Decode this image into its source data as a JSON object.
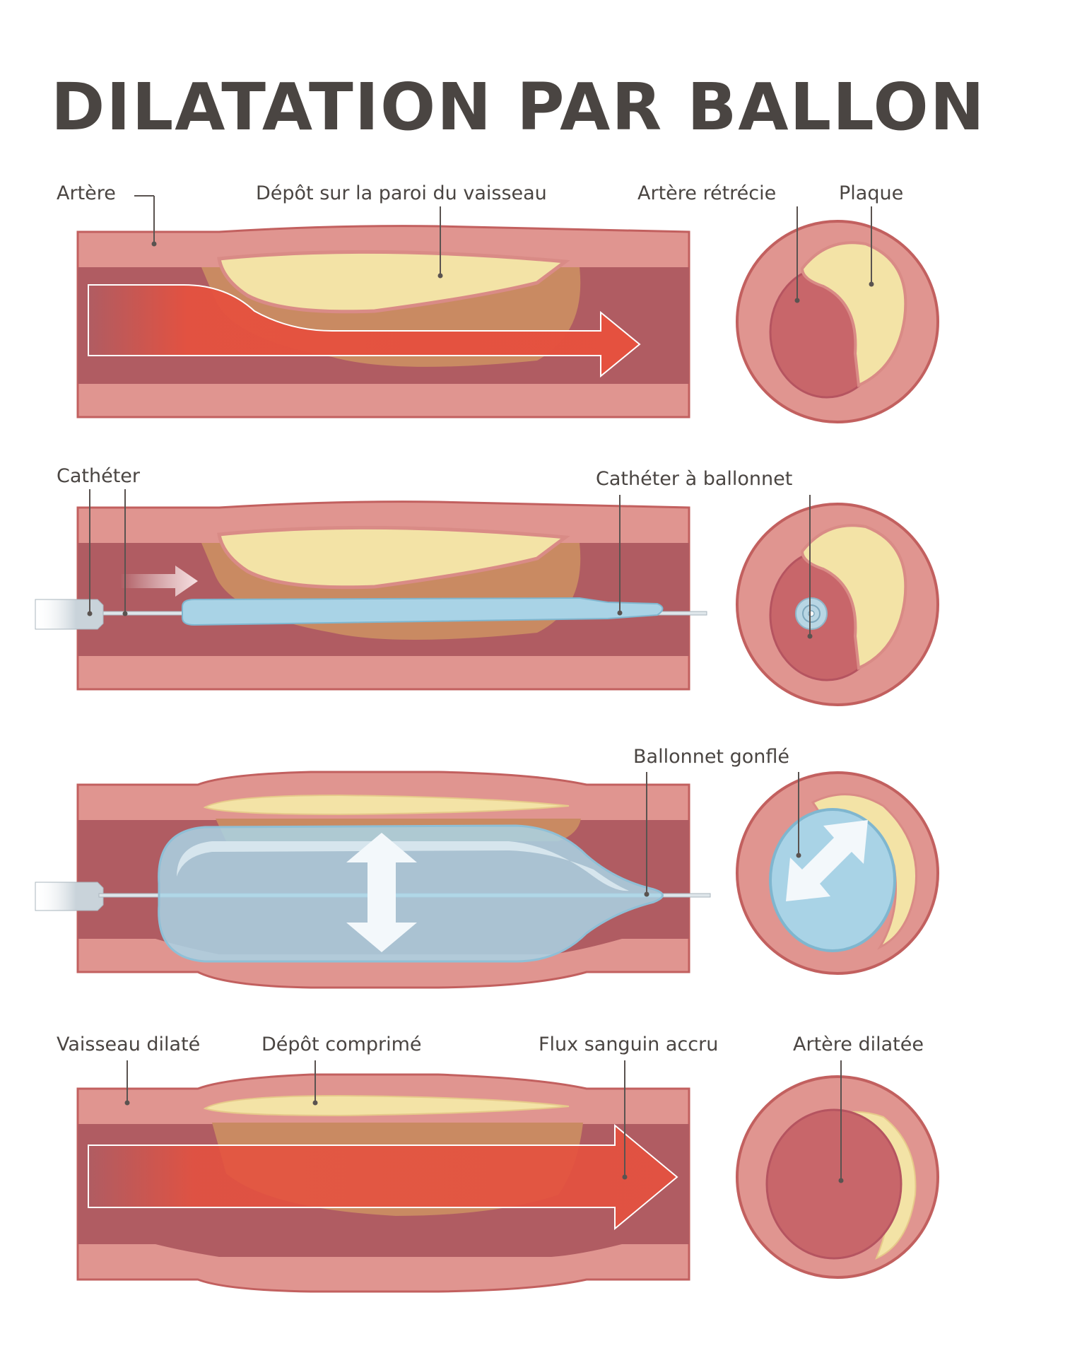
{
  "title": "DILATATION PAR BALLON",
  "colors": {
    "text": "#4a4542",
    "wall": "#e09590",
    "wall_edge": "#c2605f",
    "lumen": "#b05c62",
    "lumen_circle": "#c8666a",
    "plaque": "#f3e3a6",
    "plaque_shadow": "#c98a62",
    "blood_arrow": "#e5513f",
    "balloon": "#a9d3e6",
    "catheter": "#c9d3da"
  },
  "panels": [
    {
      "step": "narrowed-artery",
      "labels": [
        {
          "id": "artere",
          "text": "Artère"
        },
        {
          "id": "depot",
          "text": "Dépôt sur la paroi du vaisseau"
        },
        {
          "id": "artere-retrecie",
          "text": "Artère rétrécie"
        },
        {
          "id": "plaque",
          "text": "Plaque"
        }
      ]
    },
    {
      "step": "catheter-insertion",
      "labels": [
        {
          "id": "catheter",
          "text": "Cathéter"
        },
        {
          "id": "catheter-ballonnet",
          "text": "Cathéter à ballonnet"
        }
      ]
    },
    {
      "step": "balloon-inflated",
      "labels": [
        {
          "id": "ballonnet-gonfle",
          "text": "Ballonnet gonflé"
        }
      ]
    },
    {
      "step": "dilated-artery",
      "labels": [
        {
          "id": "vaisseau-dilate",
          "text": "Vaisseau dilaté"
        },
        {
          "id": "depot-comprime",
          "text": "Dépôt comprimé"
        },
        {
          "id": "flux-sanguin",
          "text": "Flux sanguin accru"
        },
        {
          "id": "artere-dilatee",
          "text": "Artère dilatée"
        }
      ]
    }
  ]
}
